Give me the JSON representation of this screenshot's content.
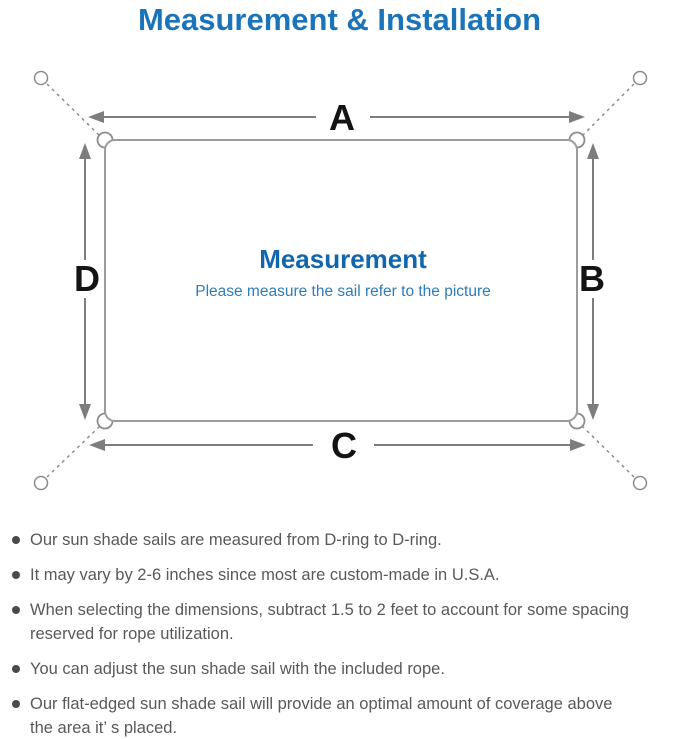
{
  "title": "Measurement & Installation",
  "diagram": {
    "labels": {
      "top": "A",
      "right": "B",
      "bottom": "C",
      "left": "D"
    },
    "center": {
      "heading": "Measurement",
      "subtitle": "Please measure the sail refer to the picture"
    }
  },
  "colors": {
    "title_blue": "#1b74ba",
    "center_heading_blue": "#1266ae",
    "center_subtitle_blue": "#2e7cb8",
    "note_text_gray": "#595959",
    "arrow_line_gray": "#7d7d7d",
    "sail_outline_gray": "#9c9c9c"
  },
  "notes": {
    "items": [
      {
        "text": "Our sun shade sails are measured from D-ring to D-ring."
      },
      {
        "text": "It may vary by 2-6 inches since most are custom-made in U.S.A."
      },
      {
        "text": "When selecting the dimensions, subtract 1.5 to 2 feet to account for some spacing\nreserved for rope utilization."
      },
      {
        "text": "You can adjust the sun shade sail with the included rope."
      },
      {
        "text": "Our flat-edged sun shade sail will provide an optimal amount of coverage above\nthe area it’ s placed."
      }
    ]
  }
}
